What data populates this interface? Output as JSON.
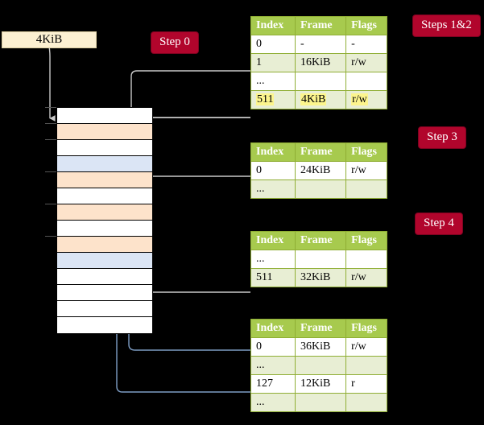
{
  "diagram": {
    "title_hidden": true,
    "colors": {
      "background": "#000000",
      "badge": "#b1052c",
      "badge_text": "#ffffff",
      "table_header": "#a7ca4e",
      "table_alt_row": "#e8eed4",
      "table_border": "#8fae34",
      "page_box": "#fcf0d2",
      "mem_orange": "#fde3cb",
      "mem_blue": "#dbe5f5",
      "highlight": "#fcf58d",
      "wire_grey": "#cccccc",
      "wire_blue": "#7d9dc4"
    }
  },
  "badges": {
    "step0": "Step 0",
    "steps12": "Steps 1&2",
    "step3": "Step 3",
    "step4": "Step 4"
  },
  "page_box": {
    "label": "4KiB"
  },
  "memory": {
    "rows": [
      {
        "fill": "white"
      },
      {
        "fill": "orange"
      },
      {
        "fill": "white"
      },
      {
        "fill": "blue"
      },
      {
        "fill": "orange"
      },
      {
        "fill": "white"
      },
      {
        "fill": "orange"
      },
      {
        "fill": "white"
      },
      {
        "fill": "orange"
      },
      {
        "fill": "blue"
      },
      {
        "fill": "white"
      },
      {
        "fill": "white"
      },
      {
        "fill": "white"
      },
      {
        "fill": "white"
      }
    ]
  },
  "tables": [
    {
      "name": "level4-table",
      "headers": [
        "Index",
        "Frame",
        "Flags"
      ],
      "rows": [
        {
          "index": "0",
          "frame": "-",
          "flags": "-",
          "style": "plain",
          "highlight": false
        },
        {
          "index": "1",
          "frame": "16KiB",
          "flags": "r/w",
          "style": "alt",
          "highlight": false
        },
        {
          "index": "...",
          "frame": "",
          "flags": "",
          "style": "plain",
          "highlight": false
        },
        {
          "index": "511",
          "frame": "4KiB",
          "flags": "r/w",
          "style": "alt",
          "highlight": true
        }
      ]
    },
    {
      "name": "level3-table",
      "headers": [
        "Index",
        "Frame",
        "Flags"
      ],
      "rows": [
        {
          "index": "0",
          "frame": "24KiB",
          "flags": "r/w",
          "style": "plain",
          "highlight": false
        },
        {
          "index": "...",
          "frame": "",
          "flags": "",
          "style": "alt",
          "highlight": false
        }
      ]
    },
    {
      "name": "level2-table",
      "headers": [
        "Index",
        "Frame",
        "Flags"
      ],
      "rows": [
        {
          "index": "...",
          "frame": "",
          "flags": "",
          "style": "plain",
          "highlight": false
        },
        {
          "index": "511",
          "frame": "32KiB",
          "flags": "r/w",
          "style": "alt",
          "highlight": false
        }
      ]
    },
    {
      "name": "level1-table",
      "headers": [
        "Index",
        "Frame",
        "Flags"
      ],
      "rows": [
        {
          "index": "0",
          "frame": "36KiB",
          "flags": "r/w",
          "style": "plain",
          "highlight": false
        },
        {
          "index": "...",
          "frame": "",
          "flags": "",
          "style": "alt",
          "highlight": false
        },
        {
          "index": "127",
          "frame": "12KiB",
          "flags": "r",
          "style": "plain",
          "highlight": false
        },
        {
          "index": "...",
          "frame": "",
          "flags": "",
          "style": "alt",
          "highlight": false
        }
      ]
    }
  ]
}
